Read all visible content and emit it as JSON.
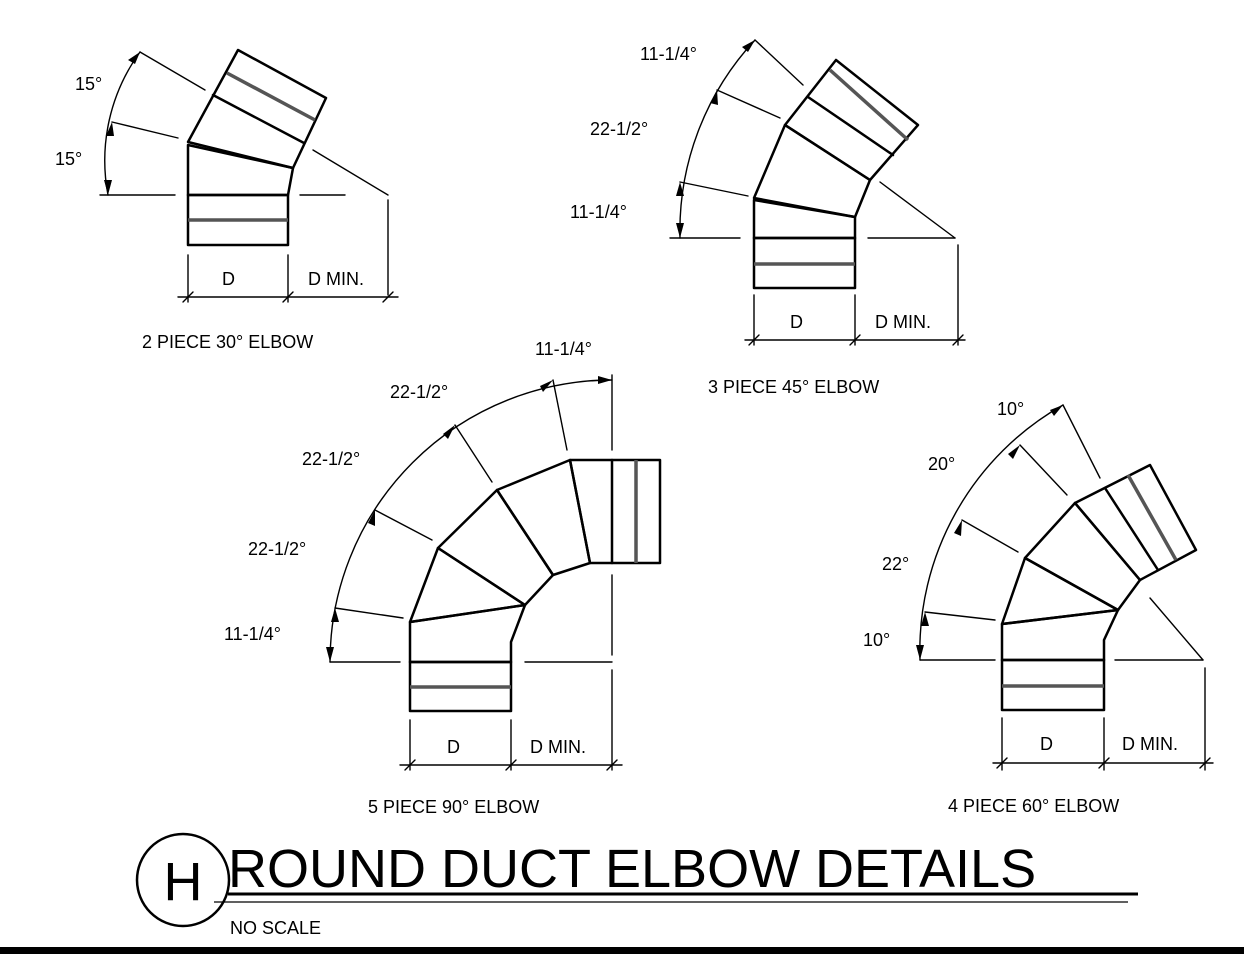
{
  "title": "ROUND DUCT ELBOW DETAILS",
  "subtitle": "NO SCALE",
  "section_mark": "H",
  "elbows": {
    "two_piece": {
      "caption": "2 PIECE  30° ELBOW",
      "angles": [
        "15°",
        "15°"
      ],
      "dim_d": "D",
      "dim_min": "D MIN."
    },
    "three_piece": {
      "caption": "3 PIECE  45° ELBOW",
      "angles": [
        "11-1/4°",
        "22-1/2°",
        "11-1/4°"
      ],
      "dim_d": "D",
      "dim_min": "D MIN."
    },
    "five_piece": {
      "caption": "5 PIECE  90° ELBOW",
      "angles": [
        "11-1/4°",
        "22-1/2°",
        "22-1/2°",
        "22-1/2°",
        "11-1/4°"
      ],
      "dim_d": "D",
      "dim_min": "D MIN."
    },
    "four_piece": {
      "caption": "4 PIECE  60° ELBOW",
      "angles": [
        "10°",
        "20°",
        "22°",
        "10°"
      ],
      "dim_d": "D",
      "dim_min": "D MIN."
    }
  }
}
